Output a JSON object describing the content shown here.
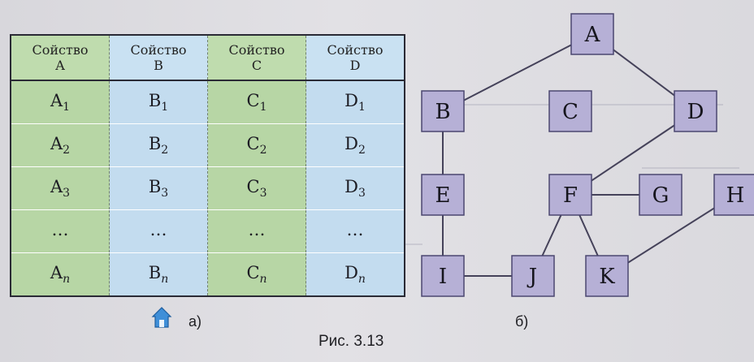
{
  "table": {
    "headers": [
      {
        "line1": "Сойство",
        "line2": "A"
      },
      {
        "line1": "Сойство",
        "line2": "B"
      },
      {
        "line1": "Сойство",
        "line2": "C"
      },
      {
        "line1": "Сойство",
        "line2": "D"
      }
    ],
    "rows": [
      [
        {
          "base": "A",
          "sub": "1"
        },
        {
          "base": "B",
          "sub": "1"
        },
        {
          "base": "C",
          "sub": "1"
        },
        {
          "base": "D",
          "sub": "1"
        }
      ],
      [
        {
          "base": "A",
          "sub": "2"
        },
        {
          "base": "B",
          "sub": "2"
        },
        {
          "base": "C",
          "sub": "2"
        },
        {
          "base": "D",
          "sub": "2"
        }
      ],
      [
        {
          "base": "A",
          "sub": "3"
        },
        {
          "base": "B",
          "sub": "3"
        },
        {
          "base": "C",
          "sub": "3"
        },
        {
          "base": "D",
          "sub": "3"
        }
      ],
      [
        {
          "base": "…",
          "sub": ""
        },
        {
          "base": "…",
          "sub": ""
        },
        {
          "base": "…",
          "sub": ""
        },
        {
          "base": "…",
          "sub": ""
        }
      ],
      [
        {
          "base": "A",
          "sub": "n"
        },
        {
          "base": "B",
          "sub": "n"
        },
        {
          "base": "C",
          "sub": "n"
        },
        {
          "base": "D",
          "sub": "n"
        }
      ]
    ]
  },
  "labels": {
    "part_a": "а)",
    "part_b": "б)",
    "caption": "Рис. 3.13"
  },
  "graph": {
    "nodes": [
      "A",
      "B",
      "C",
      "D",
      "E",
      "F",
      "G",
      "H",
      "I",
      "J",
      "K"
    ],
    "edges": [
      [
        "A",
        "B"
      ],
      [
        "A",
        "D"
      ],
      [
        "B",
        "E"
      ],
      [
        "D",
        "F"
      ],
      [
        "F",
        "G"
      ],
      [
        "F",
        "J"
      ],
      [
        "F",
        "K"
      ],
      [
        "E",
        "I"
      ],
      [
        "I",
        "J"
      ],
      [
        "K",
        "H"
      ]
    ]
  },
  "colors": {
    "green_column": "#b7d6a5",
    "blue_column": "#c3dcef",
    "node_fill": "#b6b0d6",
    "node_stroke": "#4b4770"
  },
  "icons": {
    "home": "home-icon"
  }
}
